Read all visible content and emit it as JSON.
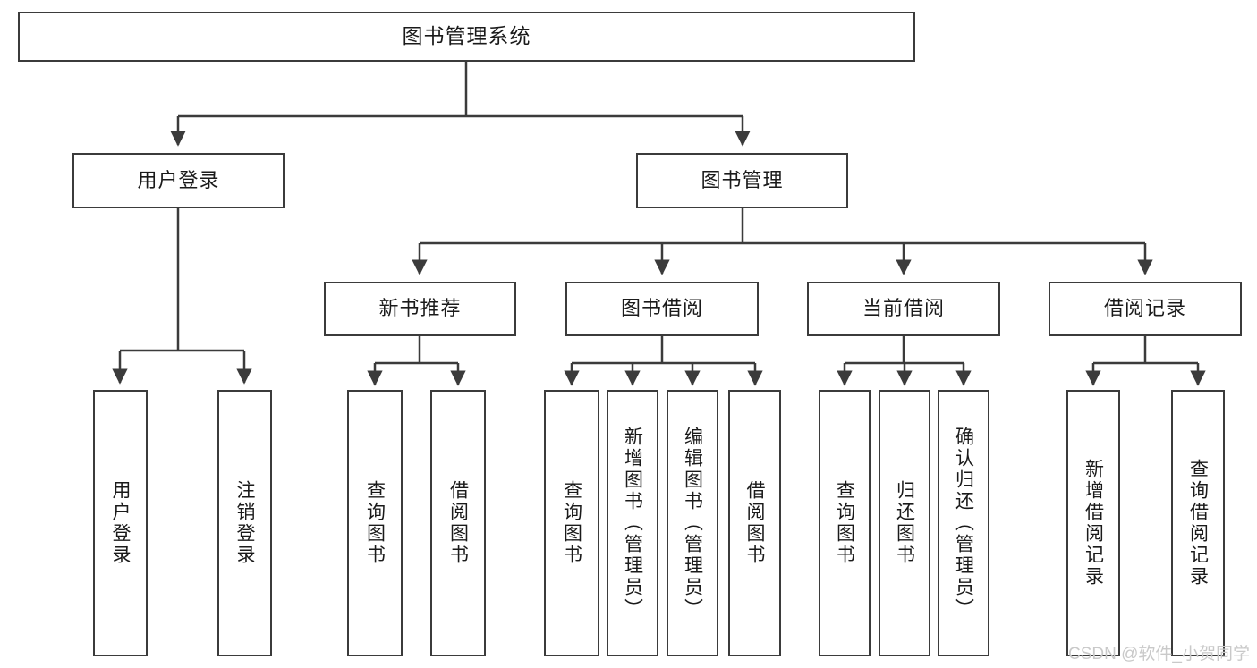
{
  "diagram": {
    "title": "图书管理系统",
    "type": "tree",
    "watermark": "CSDN @软件_小贺同学",
    "colors": {
      "stroke": "#3b3b3b",
      "fill": "#ffffff",
      "text": "#1a1a1a",
      "watermark": "#c9c9c9"
    },
    "nodes": {
      "root": {
        "label": "图书管理系统"
      },
      "level2": [
        {
          "id": "user-login",
          "label": "用户登录"
        },
        {
          "id": "book-manage",
          "label": "图书管理"
        }
      ],
      "level3": [
        {
          "id": "new-book-recommend",
          "label": "新书推荐"
        },
        {
          "id": "book-borrow",
          "label": "图书借阅"
        },
        {
          "id": "current-borrow",
          "label": "当前借阅"
        },
        {
          "id": "borrow-record",
          "label": "借阅记录"
        }
      ],
      "leaves": {
        "user_login": [
          {
            "id": "leaf-user-login",
            "label": "用户登录"
          },
          {
            "id": "leaf-logout-login",
            "label": "注销登录"
          }
        ],
        "new_book_recommend": [
          {
            "id": "leaf-query-book-1",
            "label": "查询图书"
          },
          {
            "id": "leaf-borrow-book-1",
            "label": "借阅图书"
          }
        ],
        "book_borrow": [
          {
            "id": "leaf-query-book-2",
            "label": "查询图书"
          },
          {
            "id": "leaf-add-book",
            "label": "新增图书（管理员）"
          },
          {
            "id": "leaf-edit-book",
            "label": "编辑图书（管理员）"
          },
          {
            "id": "leaf-borrow-book-2",
            "label": "借阅图书"
          }
        ],
        "current_borrow": [
          {
            "id": "leaf-query-book-3",
            "label": "查询图书"
          },
          {
            "id": "leaf-return-book",
            "label": "归还图书"
          },
          {
            "id": "leaf-confirm-return",
            "label": "确认归还（管理员）"
          }
        ],
        "borrow_record": [
          {
            "id": "leaf-add-record",
            "label": "新增借阅记录"
          },
          {
            "id": "leaf-query-record",
            "label": "查询借阅记录"
          }
        ]
      }
    }
  }
}
